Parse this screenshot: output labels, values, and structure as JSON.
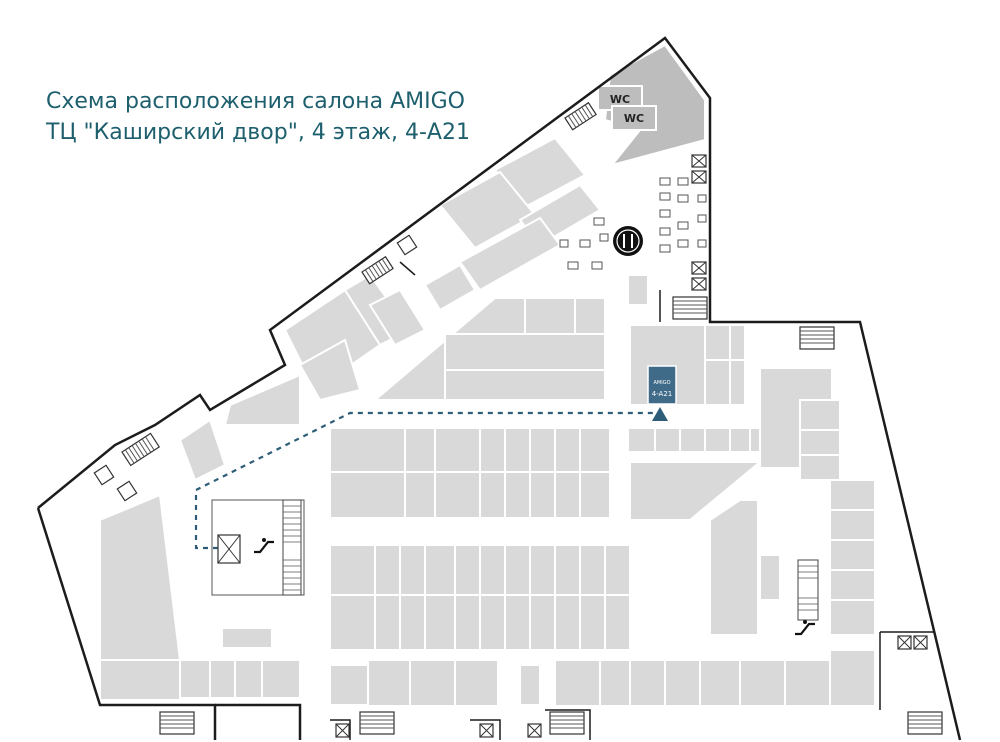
{
  "title": {
    "line1": "Схема расположения салона AMIGO",
    "line2": "ТЦ \"Каширский двор\", 4 этаж, 4-A21"
  },
  "map": {
    "target_store": {
      "brand": "AMIGO",
      "code": "4-A21",
      "color": "#3f6a88"
    },
    "wc_labels": [
      "WC",
      "WC"
    ],
    "icons": {
      "food_court": "fork-knife-icon",
      "escalators": [
        "escalator-icon",
        "escalator-icon"
      ],
      "elevators": "elevator-icon",
      "stairs": "stairs-icon"
    },
    "colors": {
      "store": "#d9d9d9",
      "service": "#bdbdbd",
      "wall": "#1c1c1c",
      "route": "#2d5d78",
      "title": "#1e5f6e"
    }
  }
}
